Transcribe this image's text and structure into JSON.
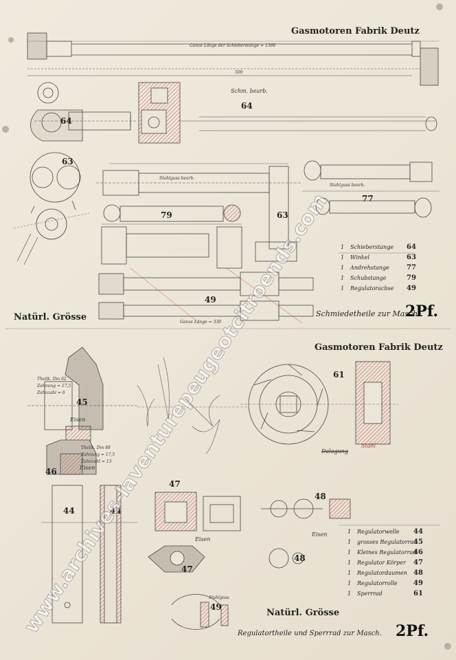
{
  "sheet_top": {
    "company": "Gasmotoren Fabrik Deutz",
    "scale_note": "Natürl. Grösse",
    "sheet_title": "Schmiedetheile zur Masch.",
    "sheet_size": "2Pf.",
    "part_labels": [
      "64",
      "64",
      "63",
      "79",
      "63",
      "77",
      "49"
    ],
    "note_length": "Ganze Länge der Schieberstange = 1366",
    "note_500": "500",
    "note_schm": "Schm. bearb.",
    "note_stahl": "Stahlguss bearb.",
    "note_stahl2": "Stahlguss bearb.",
    "note_ganze": "Ganze Länge = 330",
    "parts_list": [
      {
        "qty": "1",
        "name": "Schieberstange",
        "no": "64"
      },
      {
        "qty": "1",
        "name": "Winkel",
        "no": "63"
      },
      {
        "qty": "1",
        "name": "Andrehstange",
        "no": "77"
      },
      {
        "qty": "1",
        "name": "Schubstange",
        "no": "79"
      },
      {
        "qty": "1",
        "name": "Regulatoracbse",
        "no": "49"
      }
    ]
  },
  "sheet_bottom": {
    "company": "Gasmotoren Fabrik Deutz",
    "scale_note": "Natürl. Grösse",
    "sheet_title": "Regulatortheile und Sperrrad zur Masch.",
    "sheet_size": "2Pf.",
    "part_labels": [
      "45",
      "46",
      "44",
      "44",
      "47",
      "47",
      "48",
      "48",
      "49",
      "61"
    ],
    "note_fisen1": "Eisen",
    "note_fisen2": "Eisen",
    "note_fisen3": "Eisen",
    "note_fisen4": "Eisen",
    "note_stahl": "Stahl",
    "note_dalagung": "Dalagung",
    "note_gear1": "Theilk. Dm 62",
    "note_gear2": "Zahnung = 17,5",
    "note_gear3": "Zahnzahl = 6",
    "note_gear4": "Theilk. Dm 88",
    "note_gear5": "Zahnung = 17,5",
    "note_gear6": "Zahnzahl = 13",
    "note_stahlguss": "Stahlguss",
    "parts_list": [
      {
        "qty": "1",
        "name": "Regulatorwelle",
        "no": "44"
      },
      {
        "qty": "1",
        "name": "grosses Regulatorrad",
        "no": "45"
      },
      {
        "qty": "1",
        "name": "Kleines Regulatorrad",
        "no": "46"
      },
      {
        "qty": "1",
        "name": "Regulator Körper",
        "no": "47"
      },
      {
        "qty": "1",
        "name": "Regulatordaumen",
        "no": "48"
      },
      {
        "qty": "1",
        "name": "Regulatorrolle",
        "no": "49"
      },
      {
        "qty": "1",
        "name": "Sperrrad",
        "no": "61"
      }
    ]
  },
  "watermark": "www.archives-laventurepeugeotcitroends.com",
  "colors": {
    "paper": "#ece6d8",
    "ink": "#333333",
    "hatch": "#c94b4b",
    "shade": "#b8b2a6"
  }
}
